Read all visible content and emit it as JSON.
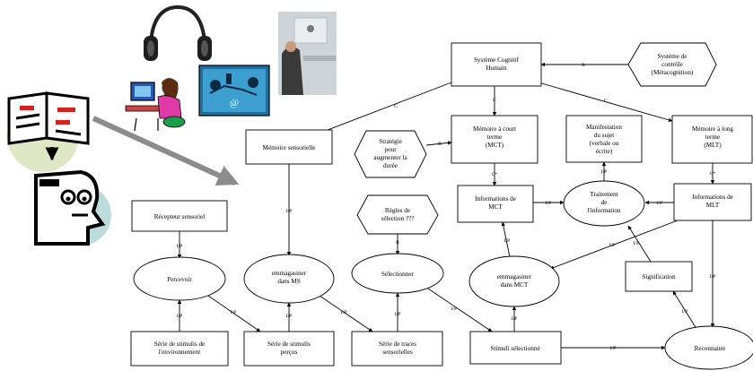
{
  "nodes": {
    "systeme_cognitif": [
      "Système Cognitif",
      "Humain"
    ],
    "systeme_controle": [
      "Système de",
      "contrôle",
      "(Métacognition)"
    ],
    "memoire_court_terme": [
      "Mémoire à court",
      "terme",
      "(MCT)"
    ],
    "memoire_long_terme": [
      "Mémoire à long",
      "terme",
      "(MLT)"
    ],
    "manifestation": [
      "Manifestation",
      "du sujet",
      "(verbale ou",
      "écrite)"
    ],
    "memoire_sensorielle": [
      "Mémoire sensorielle"
    ],
    "strategie": [
      "Stratégie",
      "pour",
      "augmenter la",
      "durée"
    ],
    "regles_selection": [
      "Règles de",
      "sélection ???"
    ],
    "informations_mct": [
      "Informations de",
      "MCT"
    ],
    "traitement": [
      "Traitement",
      "de",
      "l'information"
    ],
    "informations_mlt": [
      "Informations de",
      "MLT"
    ],
    "recepteur": [
      "Récepteur sensoriel"
    ],
    "percevoir": [
      "Percevoir"
    ],
    "emmagasiner_ms": [
      "emmagasiner",
      "dans MS"
    ],
    "selectionner": [
      "Sélectionner"
    ],
    "emmagasiner_mct": [
      "emmagasiner",
      "dans MCT"
    ],
    "signification": [
      "Signification"
    ],
    "serie_environnement": [
      "Série de stimulis de",
      "l'environnement"
    ],
    "serie_percus": [
      "Série de stimulis",
      "perçus"
    ],
    "serie_traces": [
      "Série de traces",
      "sensorielles"
    ],
    "stimuli_selectionne": [
      "Stimuli sélectionné"
    ],
    "reconnaitre": [
      "Reconnaitre"
    ]
  },
  "edge_labels": {
    "R": "R",
    "C": "C",
    "C_star": "C*",
    "IP": "I/P"
  },
  "icons": [
    "headphones-icon",
    "computer-user-icon",
    "video-conference-photo",
    "network-tech-icon",
    "reading-book-icon",
    "thinking-head-icon"
  ]
}
